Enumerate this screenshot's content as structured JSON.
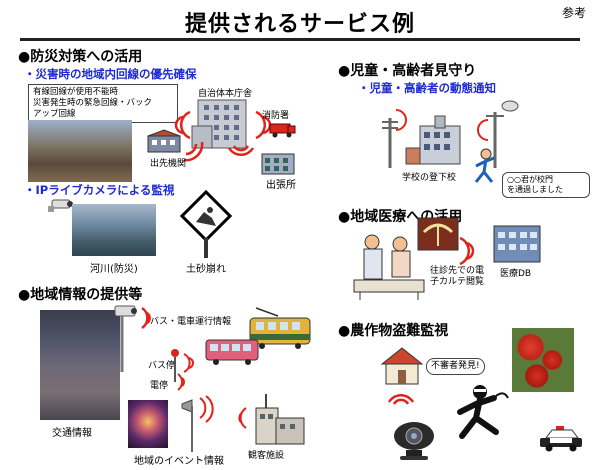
{
  "page": {
    "title": "提供されるサービス例",
    "ref_tag": "参考"
  },
  "disaster": {
    "heading": "●防災対策への活用",
    "sub1": "・災害時の地域内回線の優先確保",
    "note": "有線回線が使用不能時\n災害発生時の緊急回線・バック\nアップ回線",
    "gov_hq": "自治体本庁舎",
    "fire_station": "消防署",
    "branch_org": "出先機関",
    "branch_office": "出張所",
    "sub2": "・IPライブカメラによる監視",
    "river": "河川(防災)",
    "landslide": "土砂崩れ"
  },
  "elderly": {
    "heading": "●児童・高齢者見守り",
    "sub1": "・児童・高齢者の動態通知",
    "school": "学校の登下校",
    "balloon": "○○君が校門\nを通過しました"
  },
  "medical": {
    "heading": "●地域医療への活用",
    "caption": "往診先での電\n子カルテ閲覧",
    "db": "医療DB"
  },
  "info": {
    "heading": "●地域情報の提供等",
    "bus_train": "バス・電車運行情報",
    "bus_stop": "バス停",
    "station": "電停",
    "traffic": "交通情報",
    "event": "地域のイベント情報",
    "tourism": "観客施設"
  },
  "crop": {
    "heading": "●農作物盗難監視",
    "alert": "不審者発見!"
  },
  "colors": {
    "signal": "#e0241c",
    "subheading": "#1d2bd0"
  }
}
